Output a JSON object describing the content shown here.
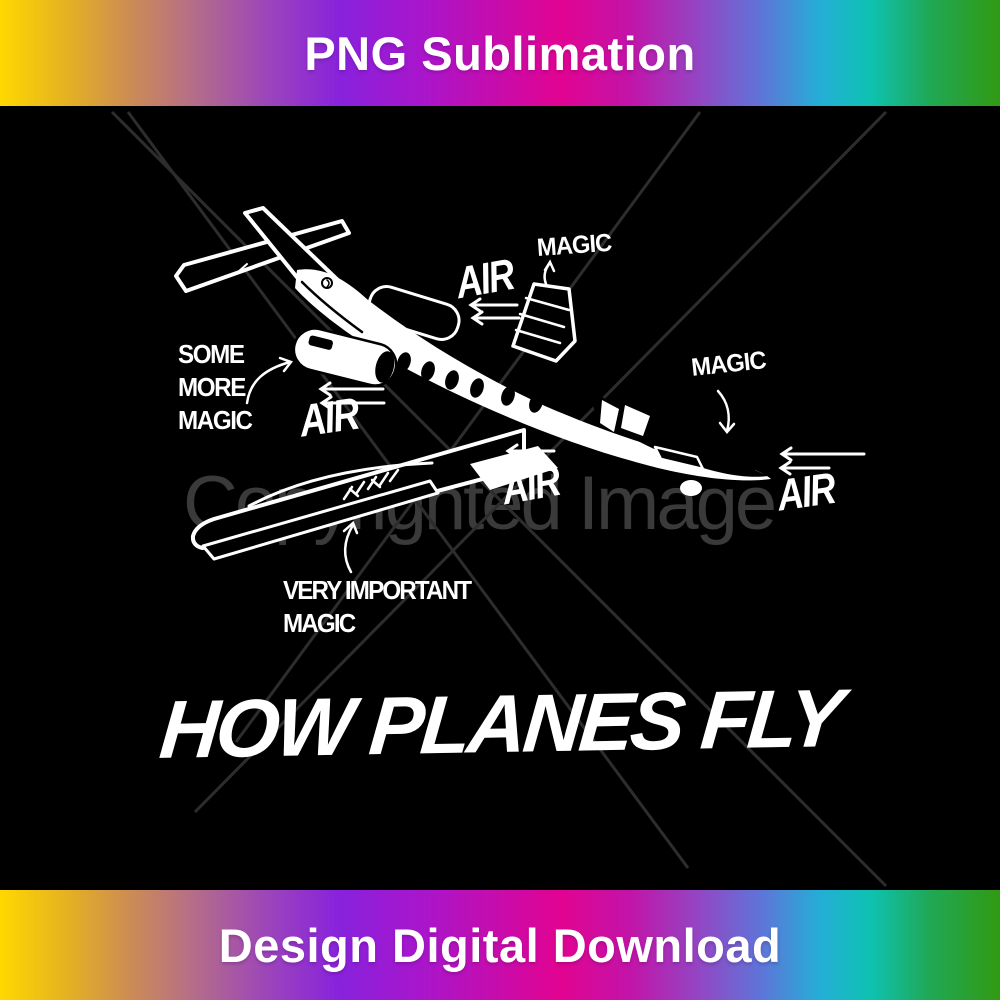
{
  "banner_top": {
    "text": "PNG Sublimation"
  },
  "banner_bottom": {
    "text": "Design Digital Download"
  },
  "design": {
    "title": "HOW PLANES FLY",
    "watermark": "Copyrighted Image",
    "labels": {
      "magic_tail": "MAGIC",
      "air_tail": "AIR",
      "some_more_magic": "SOME\nMORE\nMAGIC",
      "air_engine": "AIR",
      "magic_nose": "MAGIC",
      "air_wing": "AIR",
      "air_nose": "AIR",
      "very_important_magic": "VERY IMPORTANT\nMAGIC"
    },
    "colors": {
      "background": "#000000",
      "ink": "#ffffff",
      "watermark_gray": "#3a3a3a",
      "banner_text": "#ffffff",
      "gradient": [
        "#ffd800",
        "#e3b024",
        "#cc8c54",
        "#b66f86",
        "#9b44bc",
        "#8822dc",
        "#a816cc",
        "#c80cab",
        "#e20391",
        "#c214a8",
        "#9247c4",
        "#5f74d8",
        "#24aed6",
        "#0ec2b2",
        "#20a855",
        "#319a12"
      ]
    }
  }
}
